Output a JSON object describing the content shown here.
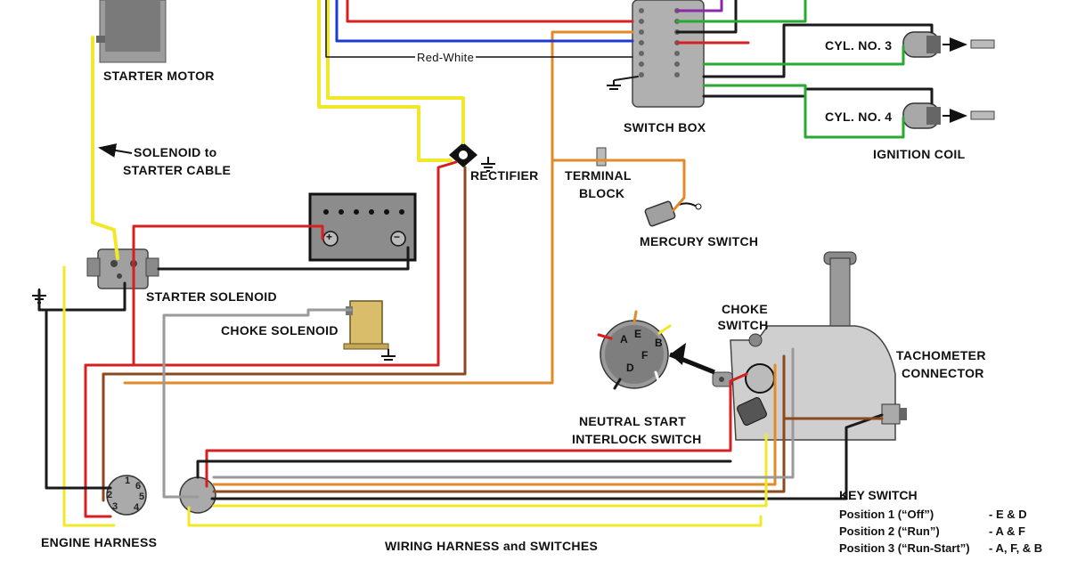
{
  "labels": {
    "starter_motor": "STARTER MOTOR",
    "solenoid_cable_1": "SOLENOID to",
    "solenoid_cable_2": "STARTER CABLE",
    "starter_solenoid": "STARTER SOLENOID",
    "choke_solenoid": "CHOKE SOLENOID",
    "rectifier": "RECTIFIER",
    "terminal_block_1": "TERMINAL",
    "terminal_block_2": "BLOCK",
    "mercury_switch": "MERCURY SWITCH",
    "switch_box": "SWITCH BOX",
    "red_white": "Red-White",
    "cyl3": "CYL. NO. 3",
    "cyl4": "CYL. NO. 4",
    "ignition_coil": "IGNITION COIL",
    "choke_switch_1": "CHOKE",
    "choke_switch_2": "SWITCH",
    "tach_1": "TACHOMETER",
    "tach_2": "CONNECTOR",
    "neutral_1": "NEUTRAL START",
    "neutral_2": "INTERLOCK SWITCH",
    "engine_harness": "ENGINE HARNESS",
    "wiring_harness": "WIRING HARNESS and SWITCHES"
  },
  "key_switch": {
    "title": "KEY SWITCH",
    "positions": [
      {
        "name": "Position 1 (“Off”)",
        "value": "- E & D"
      },
      {
        "name": "Position 2 (“Run”)",
        "value": "- A & F"
      },
      {
        "name": "Position 3 (“Run-Start”)",
        "value": "- A, F, & B"
      }
    ]
  },
  "key_terminals": [
    "A",
    "E",
    "B",
    "D",
    "F"
  ],
  "harness_pins": [
    "1",
    "6",
    "2",
    "5",
    "3",
    "4"
  ],
  "battery_terminals": {
    "positive": "+",
    "negative": "−"
  },
  "wire_colors": {
    "red": "#d42020",
    "yellow": "#f2e82a",
    "black": "#1a1a1a",
    "orange": "#e08b2a",
    "brown": "#8a4a1e",
    "blue": "#1a3ad0",
    "green": "#2aa830",
    "purple": "#8a2aa8",
    "gray": "#9a9a9a",
    "white": "#ffffff"
  }
}
